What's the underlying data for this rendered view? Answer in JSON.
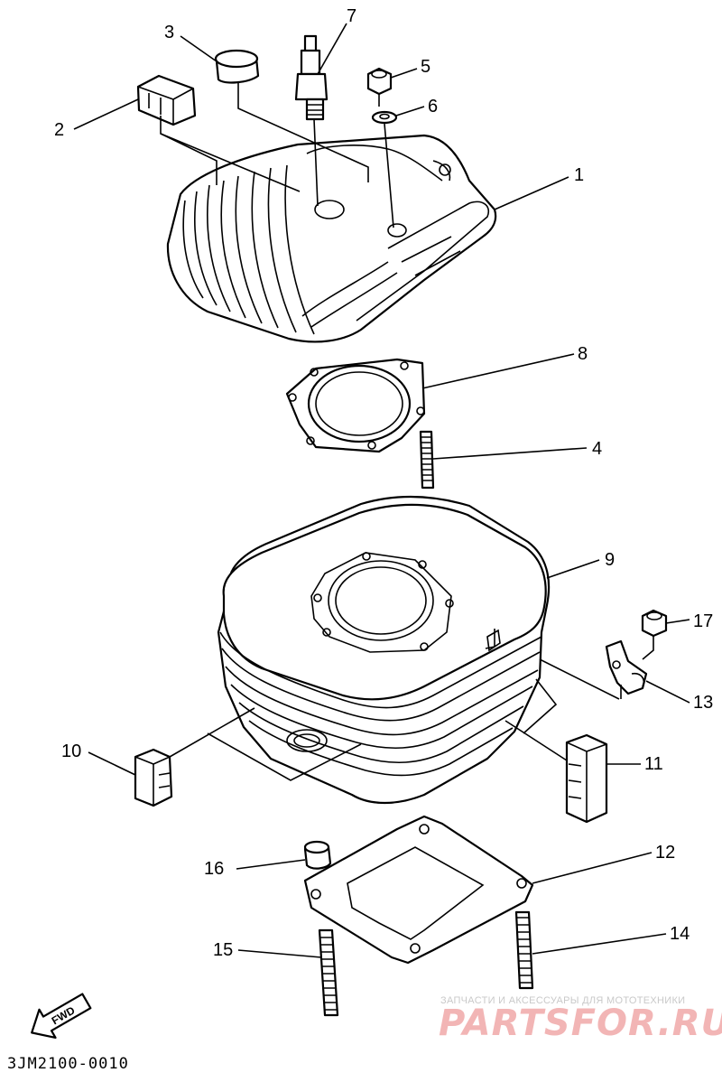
{
  "callouts": {
    "c1": "1",
    "c2": "2",
    "c3": "3",
    "c4": "4",
    "c5": "5",
    "c6": "6",
    "c7": "7",
    "c8": "8",
    "c9": "9",
    "c10": "10",
    "c11": "11",
    "c12": "12",
    "c13": "13",
    "c14": "14",
    "c15": "15",
    "c16": "16",
    "c17": "17"
  },
  "fwd_label": "FWD",
  "diagram_code": "3JM2100-0010",
  "watermark": {
    "tagline": "ЗАПЧАСТИ И АКСЕССУАРЫ ДЛЯ МОТОТЕХНИКИ",
    "logo": "PARTSFOR.RU"
  },
  "colors": {
    "line": "#000000",
    "watermark_logo": "#f2b5b5",
    "watermark_text": "#c9c9c9"
  }
}
